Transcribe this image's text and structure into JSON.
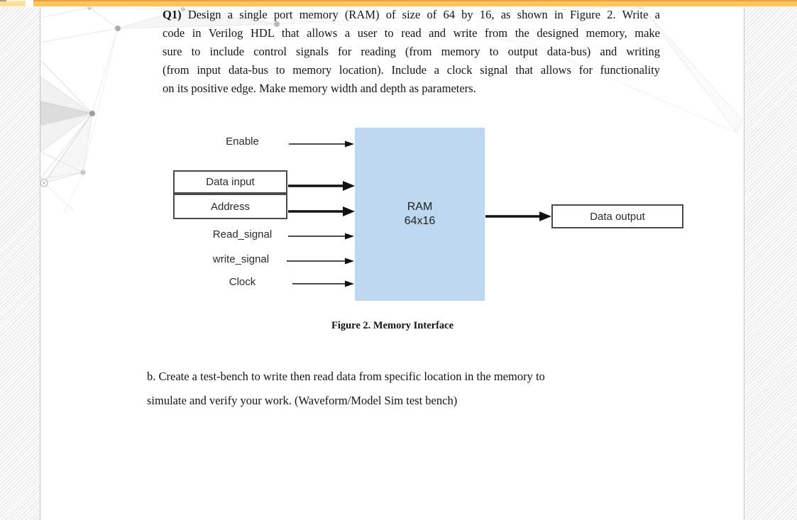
{
  "colors": {
    "accent_bar": "#FBC55C",
    "accent_bar_edge": "#E8A33C",
    "accent_tab": "#FBE0A0",
    "ram_fill": "#BDD7EE",
    "box_border": "#4A4A4A",
    "arrow": "#111111",
    "page_border": "#C6C6C6"
  },
  "document": {
    "q1": {
      "label": "Q1)",
      "lines": [
        "Design a single port memory (RAM) of size of 64 by 16, as shown in Figure 2. Write a",
        "code in Verilog HDL that allows a user to read and write from the designed memory, make",
        "sure to include control signals for reading (from memory to output data-bus) and writing",
        "(from input data-bus to memory location). Include a clock signal that allows for functionality",
        "on its positive edge. Make memory width and depth as parameters."
      ]
    },
    "figure": {
      "inputs": [
        {
          "label": "Enable"
        },
        {
          "label": "Data input"
        },
        {
          "label": "Address"
        },
        {
          "label": "Read_signal"
        },
        {
          "label": "write_signal"
        },
        {
          "label": "Clock"
        }
      ],
      "block": {
        "line1": "RAM",
        "line2": "64x16"
      },
      "output_label": "Data output",
      "caption": "Figure 2. Memory Interface"
    },
    "part_b": {
      "lines": [
        "b. Create a test-bench to write then read data from specific location in the memory to",
        "simulate and verify your work. (Waveform/Model Sim test bench)"
      ]
    }
  }
}
